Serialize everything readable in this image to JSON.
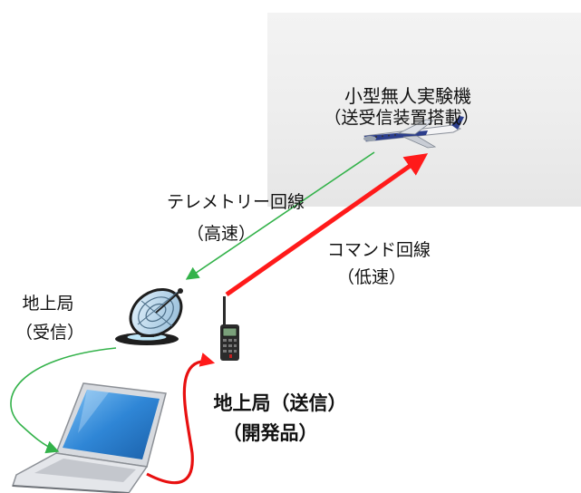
{
  "aircraft": {
    "title": "小型無人実験機",
    "subtitle": "（送受信装置搭載）"
  },
  "telemetry_link": {
    "label": "テレメトリー回線",
    "speed": "（高速）"
  },
  "command_link": {
    "label": "コマンド回線",
    "speed": "（低速）"
  },
  "ground_station_rx": {
    "label": "地上局",
    "role": "（受信）"
  },
  "ground_station_tx": {
    "label": "地上局（送信）",
    "note": "（開発品）"
  },
  "colors": {
    "telemetry": "#33b24a",
    "command": "#ff1a1a",
    "laptop_screen": "#2f86d6",
    "radio_body": "#2b2b2b"
  },
  "icons": [
    "airplane-icon",
    "satellite-dish-icon",
    "handheld-radio-icon",
    "laptop-icon"
  ]
}
